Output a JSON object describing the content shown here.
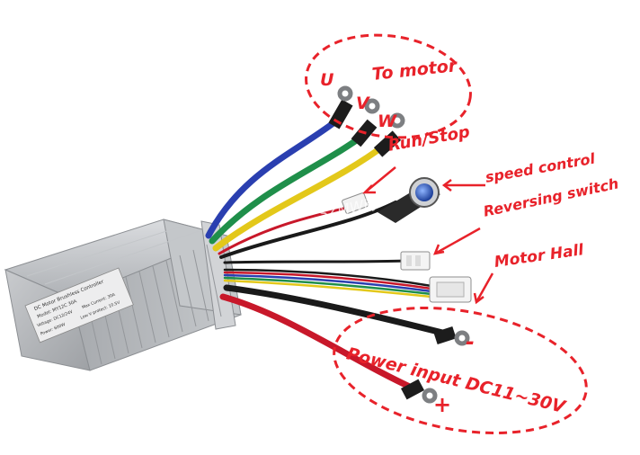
{
  "labels": {
    "u": "U",
    "v": "V",
    "w": "W",
    "to_motor": "To motor",
    "run_stop": "Run/Stop",
    "speed_control": "speed control",
    "reversing_switch": "Reversing switch",
    "motor_hall": "Motor Hall",
    "power_input": "Power input DC11~30V",
    "minus": "-",
    "plus": "+"
  },
  "watermark": "SZMWKJ",
  "nameplate": {
    "title": "DC Motor Brushless Controller",
    "model": "Model: MY12C 30A",
    "voltage": "Voltage: DC12/24V",
    "max_current": "Max Current: 30A",
    "power": "Power: 600W",
    "protect": "Low V protect: 10.5V"
  },
  "colors": {
    "annotation": "#e8222a",
    "wire_blue": "#2a3fb0",
    "wire_green": "#1f8f4a",
    "wire_yellow": "#e3c81a",
    "wire_red": "#c8182a",
    "wire_black": "#1a1a1a",
    "housing": "#b9bcc0"
  }
}
